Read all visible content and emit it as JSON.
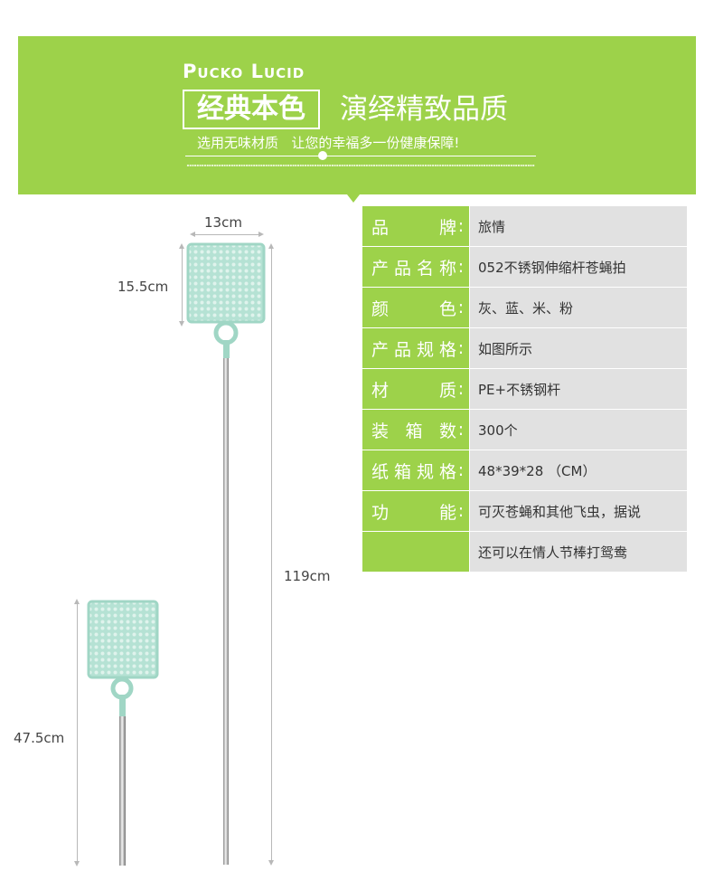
{
  "banner": {
    "brand": "Pucko Lucid",
    "title_boxed": "经典本色",
    "title_rest": "演绎精致品质",
    "subtitle_left": "选用无味材质",
    "subtitle_right": "让您的幸福多一份健康保障!"
  },
  "specs": [
    {
      "label": "品牌",
      "value": "旅情"
    },
    {
      "label": "产品名称",
      "value": "052不锈钢伸缩杆苍蝇拍"
    },
    {
      "label": "颜色",
      "value": "灰、蓝、米、粉"
    },
    {
      "label": "产品规格",
      "value": "如图所示"
    },
    {
      "label": "材质",
      "value": "PE+不锈钢杆"
    },
    {
      "label": "装箱数",
      "value": "300个"
    },
    {
      "label": "纸箱规格",
      "value": " 48*39*28 （CM）"
    },
    {
      "label": "功能",
      "value": "可灭苍蝇和其他飞虫，据说"
    },
    {
      "label": "",
      "value": "还可以在情人节棒打鸳鸯"
    }
  ],
  "dimensions": {
    "head_width": "13cm",
    "head_height": "15.5cm",
    "extended_length": "119cm",
    "retracted_length": "47.5cm"
  },
  "colors": {
    "accent_green": "#9dd24a",
    "value_gray": "#e1e1e1",
    "swatter_mint": "#a9dccc"
  }
}
